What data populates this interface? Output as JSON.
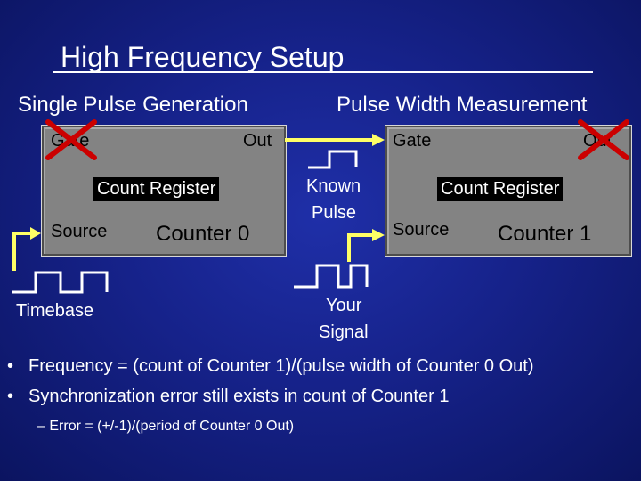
{
  "slide": {
    "title": "High Frequency Setup",
    "left_heading": "Single Pulse Generation",
    "right_heading": "Pulse Width Measurement",
    "colors": {
      "background": "#16228a",
      "arrow": "#ffff66",
      "cross": "#cc0000",
      "block": "#838383"
    },
    "counter0": {
      "gate_label": "Gate",
      "out_label": "Out",
      "register_label": "Count Register",
      "source_label": "Source",
      "name": "Counter 0"
    },
    "counter1": {
      "gate_label": "Gate",
      "out_label": "Out",
      "register_label": "Count Register",
      "source_label": "Source",
      "name": "Counter 1"
    },
    "timebase_label": "Timebase",
    "known_pulse_line1": "Known",
    "known_pulse_line2": "Pulse",
    "your_signal_line1": "Your",
    "your_signal_line2": "Signal",
    "bullets": [
      {
        "marker": "•",
        "text": "Frequency = (count of Counter 1)/(pulse width of Counter 0 Out)"
      },
      {
        "marker": "•",
        "text": "Synchronization error still exists in count of Counter 1"
      }
    ],
    "sub_bullet": {
      "marker": "–",
      "text": "Error = (+/-1)/(period of Counter 0 Out)"
    },
    "icons": [
      "cross-mark-icon",
      "square-wave-icon",
      "arrow-icon"
    ]
  }
}
